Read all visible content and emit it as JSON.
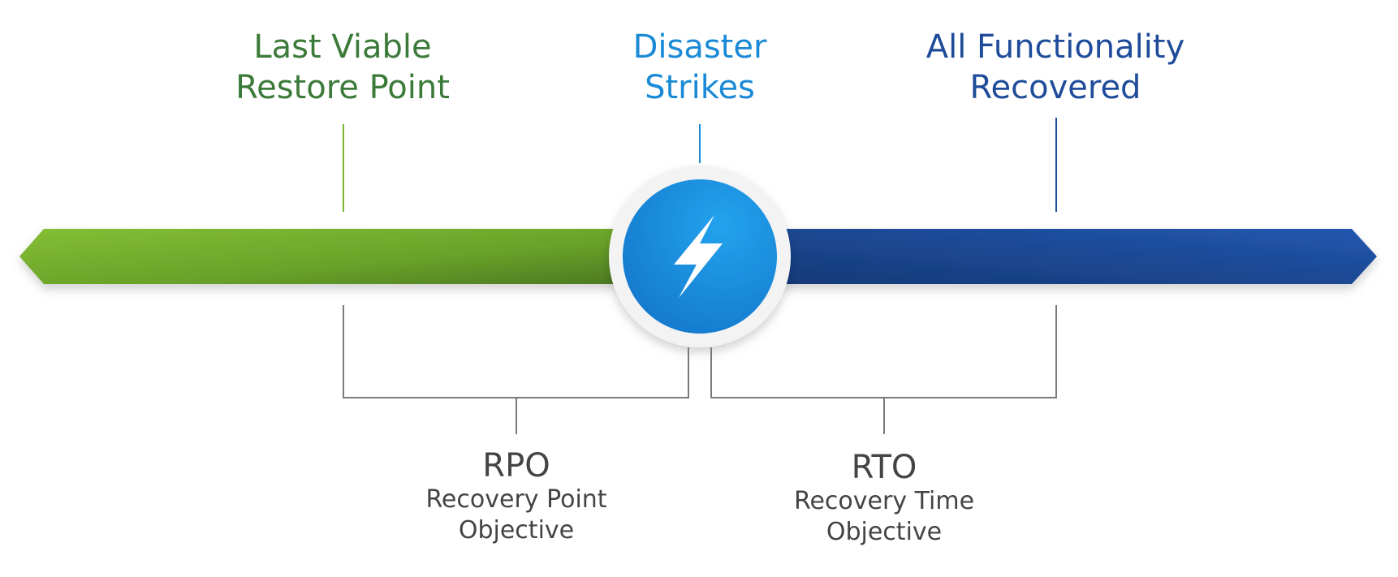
{
  "colors": {
    "green": "#3c7a3a",
    "green_bar": "#7bb52f",
    "sky": "#1a8ad6",
    "navy": "#1f4c9a",
    "navy_bar": "#1f50a3",
    "gray_text": "#444444"
  },
  "milestones": [
    {
      "id": "last-viable-restore-point",
      "lines": [
        "Last Viable",
        "Restore Point"
      ]
    },
    {
      "id": "disaster-strikes",
      "lines": [
        "Disaster",
        "Strikes"
      ],
      "icon": "lightning-bolt-icon"
    },
    {
      "id": "all-functionality-recovered",
      "lines": [
        "All Functionality",
        "Recovered"
      ]
    }
  ],
  "objectives": [
    {
      "id": "rpo",
      "abbr": "RPO",
      "lines": [
        "Recovery Point",
        "Objective"
      ]
    },
    {
      "id": "rto",
      "abbr": "RTO",
      "lines": [
        "Recovery Time",
        "Objective"
      ]
    }
  ]
}
